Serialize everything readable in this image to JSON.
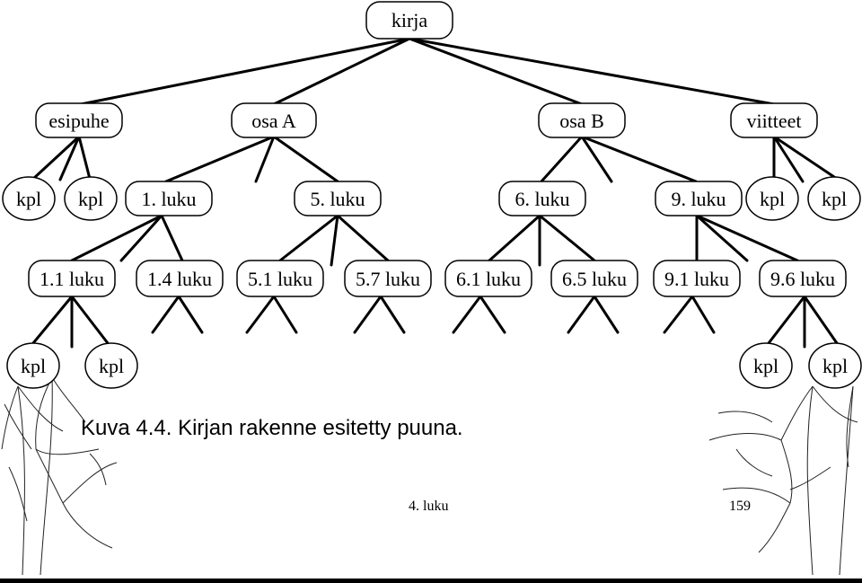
{
  "nodes": {
    "root": "kirja",
    "esipuhe": "esipuhe",
    "osaA": "osa A",
    "osaB": "osa B",
    "viitteet": "viitteet",
    "kpl": "kpl",
    "luku1": "1. luku",
    "luku5": "5. luku",
    "luku6": "6. luku",
    "luku9": "9. luku",
    "luku11": "1.1 luku",
    "luku14": "1.4 luku",
    "luku51": "5.1 luku",
    "luku57": "5.7 luku",
    "luku61": "6.1 luku",
    "luku65": "6.5 luku",
    "luku91": "9.1 luku",
    "luku96": "9.6 luku"
  },
  "caption": "Kuva 4.4. Kirjan rakenne esitetty puuna.",
  "footer": {
    "chapter": "4. luku",
    "page": "159"
  }
}
